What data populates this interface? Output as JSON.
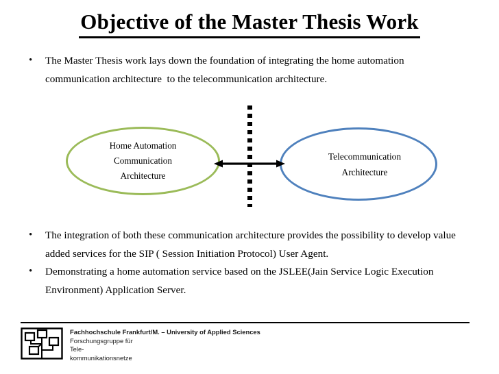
{
  "slide": {
    "title": "Objective of the Master Thesis Work",
    "bullet_marker": "•"
  },
  "bullets": [
    {
      "id": "bullet-1",
      "text": "The Master Thesis work lays down the foundation of integrating the home automation communication architecture  to the telecommunication architecture."
    },
    {
      "id": "bullet-2",
      "text": "The integration of both these communication architecture provides the possibility to develop value added services for the SIP ( Session Initiation Protocol) User Agent."
    },
    {
      "id": "bullet-3",
      "text": "Demonstrating a home automation service based on the JSLEE(Jain Service Logic Execution Environment) Application Server."
    }
  ],
  "diagram": {
    "left_node": {
      "line1": "Home Automation",
      "line2": "Communication",
      "line3": "Architecture",
      "color": "#9BBB59"
    },
    "right_node": {
      "line1": "Telecommunication",
      "line2": "Architecture",
      "color": "#4F81BD"
    },
    "connector": "double-headed-arrow",
    "separator": "vertical-dashed-line",
    "arrow_color": "#000000"
  },
  "footer": {
    "line1": "Fachhochschule Frankfurt/M. – University of Applied Sciences",
    "line2": "Forschungsgruppe für",
    "line3": "Tele-",
    "line4": "kommunikationsnetze",
    "logo": "network-nodes-logo"
  }
}
